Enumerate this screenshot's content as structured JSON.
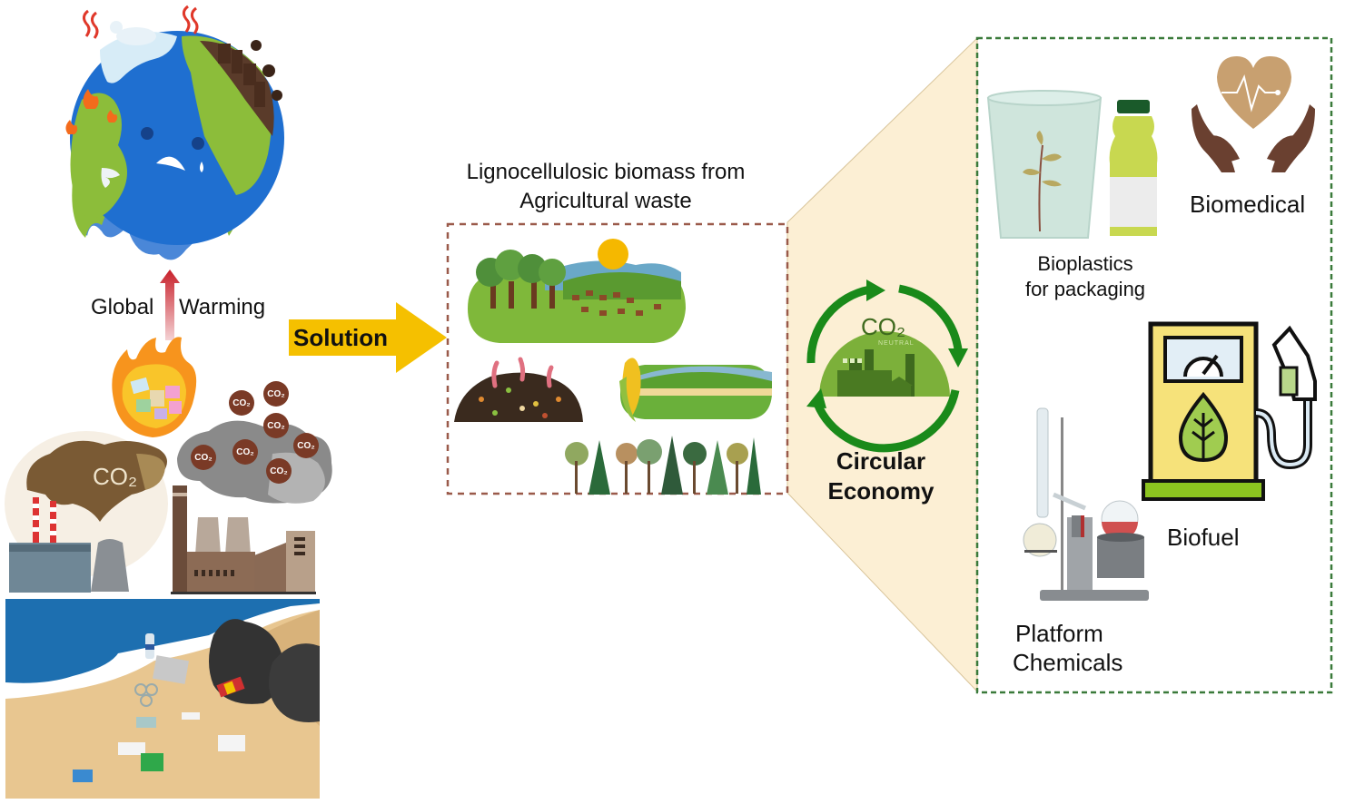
{
  "problem": {
    "global_warming_left": "Global",
    "global_warming_right": "Warming",
    "co2_labels": [
      "CO₂",
      "CO₂",
      "CO₂",
      "CO₂",
      "CO₂",
      "CO₂",
      "CO₂"
    ],
    "smoke_co2": "CO₂",
    "icons": [
      "melting-earth-icon",
      "burning-waste-icon",
      "factory-pollution-icon",
      "polluted-beach-icon"
    ]
  },
  "solution": {
    "label": "Solution",
    "arrow_color": "#f5c000"
  },
  "biomass": {
    "title_line1": "Lignocellulosic biomass from",
    "title_line2": "Agricultural waste",
    "icons": [
      "deforested-land-icon",
      "compost-heap-icon",
      "corn-field-icon",
      "forest-icon"
    ],
    "border_color": "#9a5a4a"
  },
  "circular": {
    "line1": "Circular",
    "line2": "Economy",
    "badge_co2": "CO₂",
    "badge_neutral": "NEUTRAL",
    "arrow_color": "#1a8a1a",
    "panel_color": "#fcefd4"
  },
  "products": {
    "border_color": "#3a7a3a",
    "items": [
      {
        "label_line1": "Bioplastics",
        "label_line2": "for packaging",
        "icon": "bioplastic-cup-bottle-icon"
      },
      {
        "label_line1": "Biomedical",
        "label_line2": "",
        "icon": "heart-hands-icon"
      },
      {
        "label_line1": "Biofuel",
        "label_line2": "",
        "icon": "biofuel-pump-icon"
      },
      {
        "label_line1": "Platform",
        "label_line2": "Chemicals",
        "icon": "rotary-evaporator-icon"
      }
    ]
  }
}
